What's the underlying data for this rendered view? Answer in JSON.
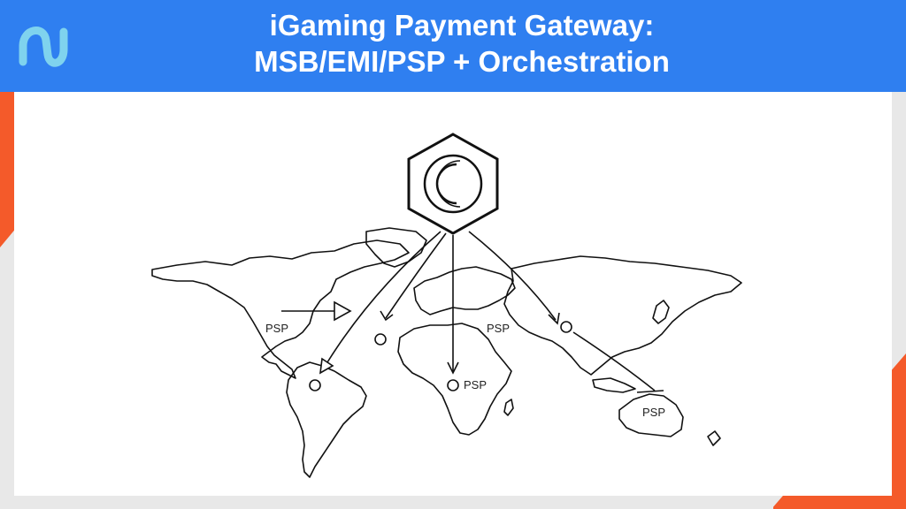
{
  "header": {
    "title_line1": "iGaming Payment Gateway:",
    "title_line2": "MSB/EMI/PSP + Orchestration"
  },
  "colors": {
    "header_bg": "#2f7ff0",
    "accent_orange": "#f45a2a",
    "logo": "#7fd3ee",
    "panel_bg": "#ffffff",
    "ink": "#111111"
  },
  "icons": [
    "logo-icon",
    "hub-hexagon-icon",
    "world-map"
  ],
  "diagram": {
    "nodes": [
      {
        "id": "north-america",
        "label": "PSP"
      },
      {
        "id": "south-america",
        "label": ""
      },
      {
        "id": "europe",
        "label": ""
      },
      {
        "id": "middle-east",
        "label": "PSP"
      },
      {
        "id": "africa",
        "label": "PSP"
      },
      {
        "id": "asia",
        "label": ""
      },
      {
        "id": "australia",
        "label": "PSP"
      }
    ]
  }
}
